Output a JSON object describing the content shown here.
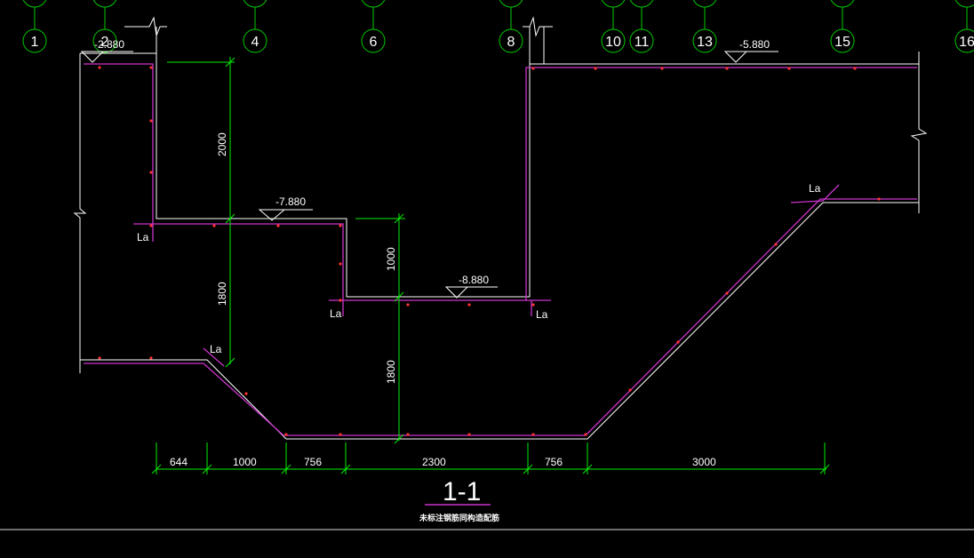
{
  "colors": {
    "background": "#000000",
    "concrete_outline": "#ffffff",
    "rebar": "#cc33cc",
    "rebar_dot": "#ff3333",
    "dimension": "#00ee00",
    "axis_bubble": "#00cc00",
    "text": "#ffffff"
  },
  "axes": [
    "1",
    "2",
    "4",
    "6",
    "8",
    "10",
    "11",
    "13",
    "15",
    "16"
  ],
  "elevations": [
    "-2.880",
    "-7.880",
    "-8.880",
    "-5.880"
  ],
  "vertical_dimensions": [
    "2000",
    "1800",
    "1000",
    "1800"
  ],
  "horizontal_dimensions": [
    "644",
    "1000",
    "756",
    "2300",
    "756",
    "3000"
  ],
  "lap_labels": [
    "La",
    "La",
    "La",
    "La",
    "La"
  ],
  "section_title": "1-1",
  "note": "未标注钢筋同构造配筋"
}
